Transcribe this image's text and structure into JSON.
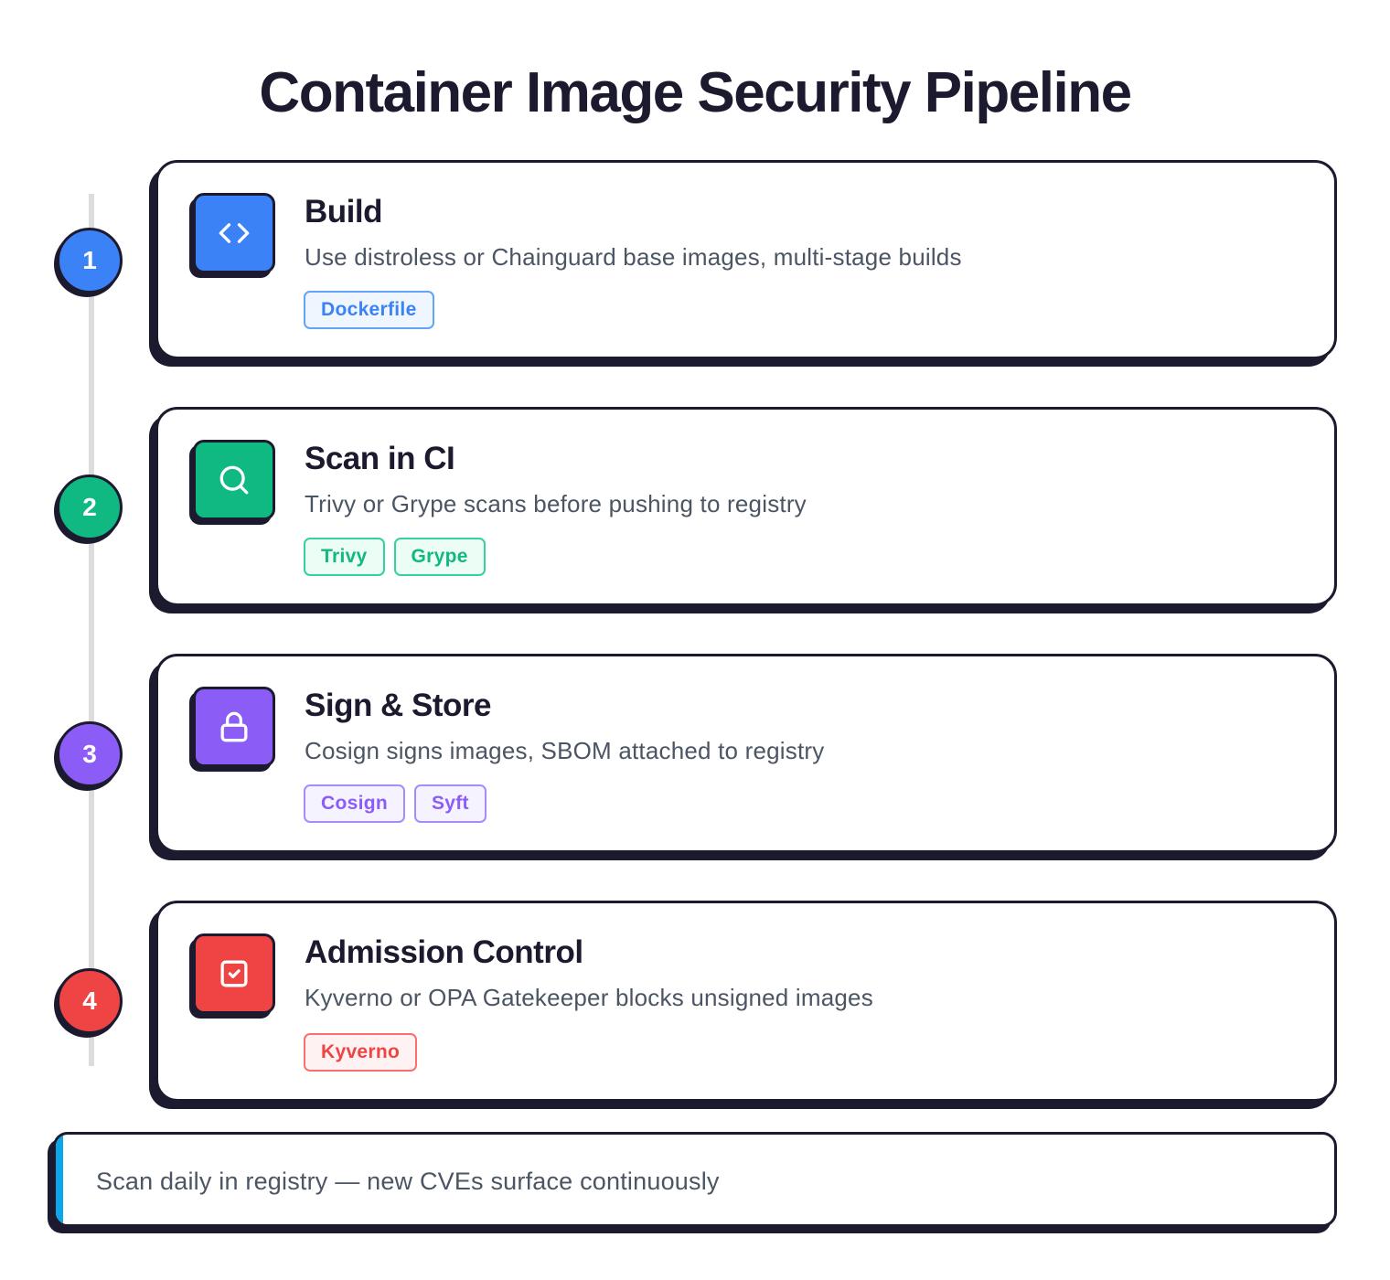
{
  "title": "Container Image Security Pipeline",
  "steps": [
    {
      "number": "1",
      "title": "Build",
      "description": "Use distroless or Chainguard base images, multi-stage builds",
      "icon": "code-brackets-icon",
      "color": "#3b82f6",
      "tags": [
        "Dockerfile"
      ]
    },
    {
      "number": "2",
      "title": "Scan in CI",
      "description": "Trivy or Grype scans before pushing to registry",
      "icon": "search-icon",
      "color": "#10b981",
      "tags": [
        "Trivy",
        "Grype"
      ]
    },
    {
      "number": "3",
      "title": "Sign & Store",
      "description": "Cosign signs images, SBOM attached to registry",
      "icon": "lock-icon",
      "color": "#8b5cf6",
      "tags": [
        "Cosign",
        "Syft"
      ]
    },
    {
      "number": "4",
      "title": "Admission Control",
      "description": "Kyverno or OPA Gatekeeper blocks unsigned images",
      "icon": "checkbox-icon",
      "color": "#ef4444",
      "tags": [
        "Kyverno"
      ]
    }
  ],
  "tag_styles": {
    "#3b82f6": {
      "bg": "#eff6ff",
      "border": "#60a5fa",
      "text": "#3b82f6"
    },
    "#10b981": {
      "bg": "#ecfdf5",
      "border": "#34d399",
      "text": "#10b981"
    },
    "#8b5cf6": {
      "bg": "#f5f3ff",
      "border": "#a78bfa",
      "text": "#8b5cf6"
    },
    "#ef4444": {
      "bg": "#fef2f2",
      "border": "#f87171",
      "text": "#ef4444"
    }
  },
  "note": {
    "text": "Scan daily in registry — new CVEs surface continuously",
    "accent_color": "#0ea5e9"
  }
}
